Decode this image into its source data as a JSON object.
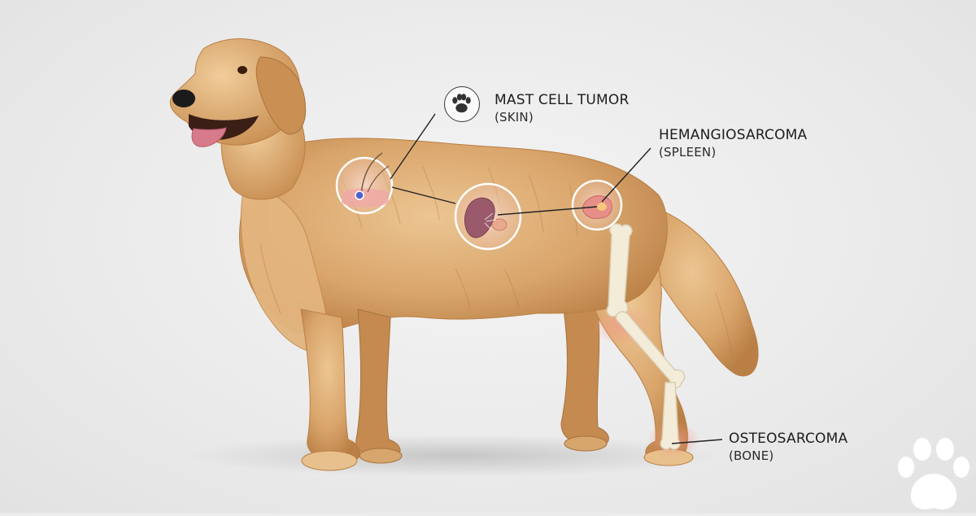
{
  "labels": {
    "mast_cell_tumor": {
      "name": "MAST CELL TUMOR",
      "location": "(SKIN)"
    },
    "hemangiosarcoma": {
      "name": "HEMANGIOSARCOMA",
      "location": "(SPLEEN)"
    },
    "osteosarcoma": {
      "name": "OSTEOSARCOMA",
      "location": "(BONE)"
    }
  },
  "colors": {
    "fur": "#d9a56b",
    "fur_dark": "#b97f45",
    "fur_light": "#ecc592",
    "spleen": "#9a5a6c",
    "bone": "#f3ecd9",
    "inflammation": "#f29a8a",
    "leader_line": "#222222"
  },
  "icons": [
    "paw-badge-icon",
    "paw-watermark-icon"
  ]
}
